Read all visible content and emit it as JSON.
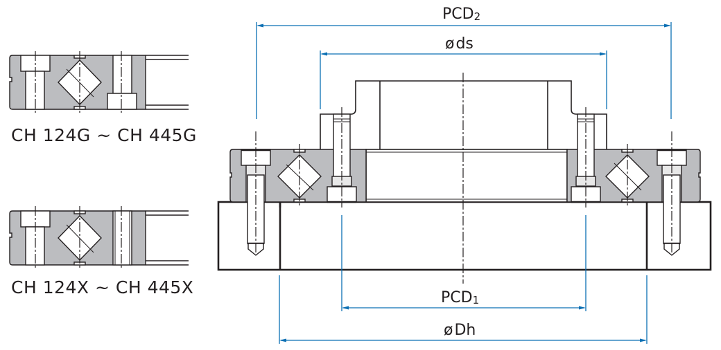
{
  "figure": {
    "type": "technical-drawing",
    "subject": "Crossed roller bearing installation cross-section",
    "colors": {
      "outline": "#231f20",
      "ring_fill": "#bcbdc0",
      "dimension": "#0b6fb3",
      "background": "#ffffff"
    }
  },
  "variants": [
    {
      "label": "CH 124G ~ CH 445G",
      "type": "G"
    },
    {
      "label": "CH 124X ~ CH 445X",
      "type": "X"
    }
  ],
  "dimensions": {
    "pcd2": {
      "main": "PCD",
      "sub": "2"
    },
    "ds": {
      "symbol": "ø",
      "main": "ds"
    },
    "pcd1": {
      "main": "PCD",
      "sub": "1"
    },
    "dh": {
      "symbol": "ø",
      "main": "Dh"
    }
  }
}
